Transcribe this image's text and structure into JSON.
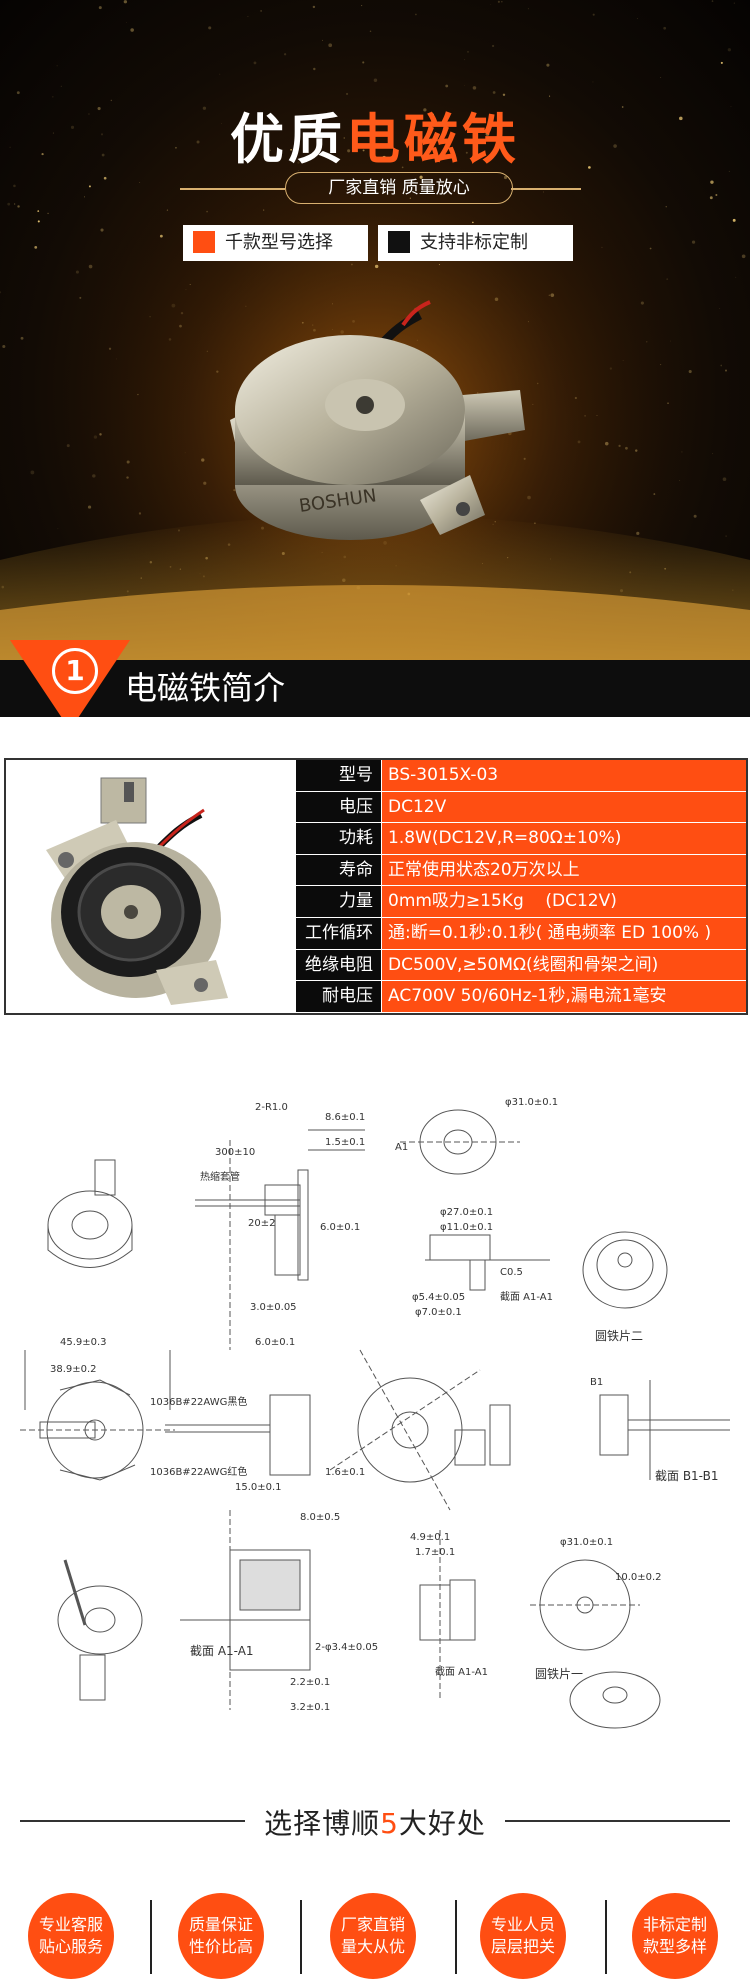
{
  "hero": {
    "title_white": "优质",
    "title_orange": "电磁铁",
    "subtitle": "厂家直销 质量放心",
    "feature_1": "千款型号选择",
    "feature_2": "支持非标定制",
    "brand_on_product": "BOSHUN",
    "colors": {
      "accent": "#ff4e12",
      "dark": "#0b0b0b",
      "gold": "#d8b070"
    }
  },
  "section1": {
    "number": "1",
    "title": "电磁铁简介"
  },
  "specs": {
    "rows": [
      {
        "key": "型号",
        "value": "BS-3015X-03"
      },
      {
        "key": "电压",
        "value": "DC12V"
      },
      {
        "key": "功耗",
        "value": "1.8W(DC12V,R=80Ω±10%)"
      },
      {
        "key": "寿命",
        "value": "正常使用状态20万次以上"
      },
      {
        "key": "力量",
        "value": "0mm吸力≥15Kg    (DC12V)"
      },
      {
        "key": "工作循环",
        "value": "通:断=0.1秒:0.1秒( 通电频率 ED 100% )"
      },
      {
        "key": "绝缘电阻",
        "value": "DC500V,≥50MΩ(线圈和骨架之间)"
      },
      {
        "key": "耐电压",
        "value": "AC700V 50/60Hz-1秒,漏电流1毫安"
      }
    ]
  },
  "drawing": {
    "labels": {
      "r": "2-R1.0",
      "t1": "8.6±0.1",
      "t2": "1.5±0.1",
      "t3": "300±10",
      "t4": "热缩套管",
      "t5": "20±2",
      "t6": "6.0±0.1",
      "t7": "3.0±0.05",
      "t8": "6.0±0.1",
      "t9": "45.9±0.3",
      "t10": "38.9±0.2",
      "t11": "1036B#22AWG黑色",
      "t12": "1036B#22AWG红色",
      "t13": "15.0±0.1",
      "t14": "1.6±0.1",
      "t15": "φ31.0±0.1",
      "t16": "φ27.0±0.1",
      "t17": "φ11.0±0.1",
      "t18": "C0.5",
      "t19": "φ5.4±0.05",
      "t20": "φ7.0±0.1",
      "t21": "截面  A1-A1",
      "t22": "圆铁片二",
      "t23": "截面  B1-B1",
      "t24": "8.0±0.5",
      "t25": "4.9±0.1",
      "t26": "1.7±0.1",
      "t27": "截面  A1-A1",
      "t28": "截面  A1-A1",
      "t29": "圆铁片一",
      "t30": "2.2±0.1",
      "t31": "3.2±0.1",
      "t32": "2-φ3.4±0.05",
      "t33": "φ31.0±0.1",
      "t34": "10.0±0.2",
      "a1": "A1",
      "b1": "B1"
    }
  },
  "benefits": {
    "title_pre": "选择博顺",
    "title_num": "5",
    "title_post": "大好处",
    "items": [
      {
        "line1": "专业客服",
        "line2": "贴心服务"
      },
      {
        "line1": "质量保证",
        "line2": "性价比高"
      },
      {
        "line1": "厂家直销",
        "line2": "量大从优"
      },
      {
        "line1": "专业人员",
        "line2": "层层把关"
      },
      {
        "line1": "非标定制",
        "line2": "款型多样"
      }
    ]
  }
}
